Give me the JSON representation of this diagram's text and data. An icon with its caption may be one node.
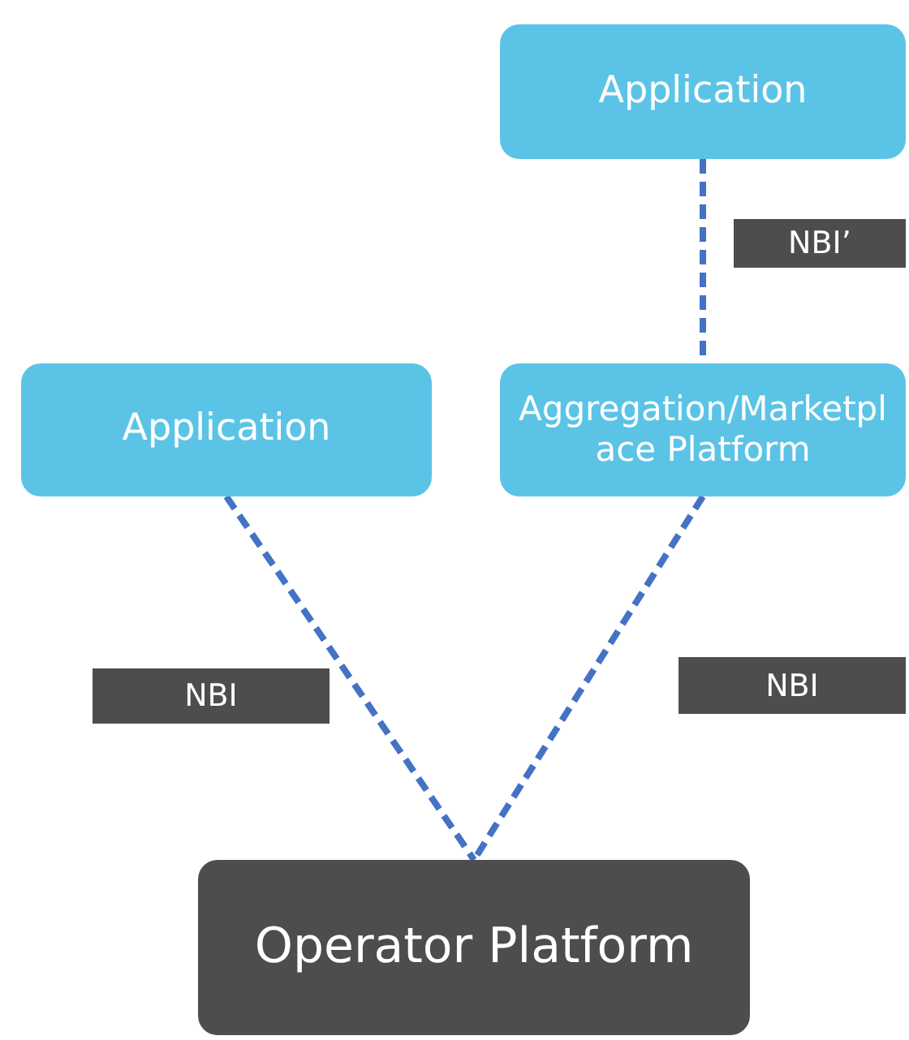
{
  "diagram": {
    "nodes": [
      {
        "text": [
          "Application"
        ]
      },
      {
        "text": [
          "Application"
        ]
      },
      {
        "text": [
          "Aggregation/Marketplace Platform"
        ]
      },
      {
        "text": [
          "Operator Platform"
        ]
      }
    ],
    "edges": [
      {
        "from": 0,
        "to": 2,
        "arrow": "none",
        "style": "dashed"
      },
      {
        "from": 1,
        "to": 3,
        "arrow": "none",
        "style": "dashed"
      },
      {
        "from": 2,
        "to": 3,
        "arrow": "none",
        "style": "dashed"
      }
    ],
    "labels": [
      "NBI’",
      "NBI",
      "NBI"
    ]
  }
}
